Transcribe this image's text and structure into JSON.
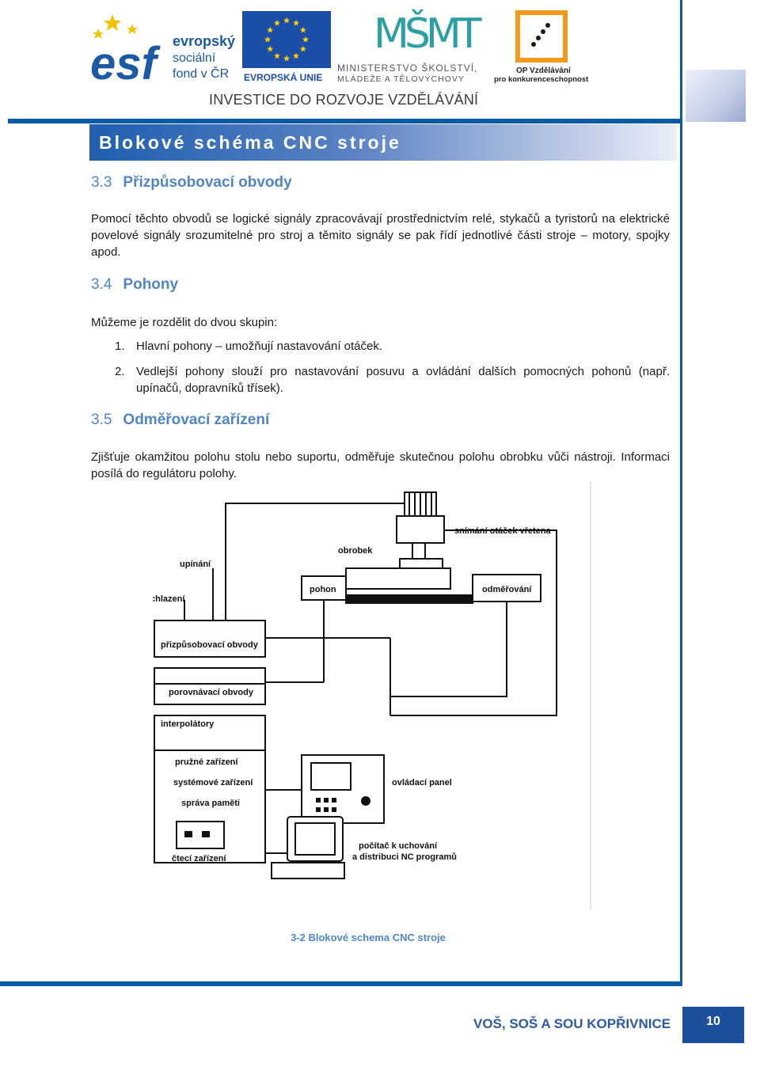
{
  "header": {
    "esf_logo_text": [
      "evropský",
      "sociální",
      "fond v ČR"
    ],
    "eu_logo_text": "EVROPSKÁ UNIE",
    "msmt_logo_text": [
      "MINISTERSTVO ŠKOLSTVÍ,",
      "MLÁDEŽE A TĚLOVÝCHOVY"
    ],
    "op_logo_text": [
      "OP Vzdělávání",
      "pro konkurenceschopnost"
    ],
    "investice": "INVESTICE DO ROZVOJE VZDĚLÁVÁNÍ"
  },
  "title": "Blokové schéma CNC stroje",
  "sections": [
    {
      "num": "3.3",
      "title": "Přizpůsobovací obvody",
      "paragraph": "Pomocí těchto obvodů se logické signály zpracovávají prostřednictvím relé, stykačů a tyristorů na elektrické povelové signály srozumitelné pro stroj a těmito signály se pak řídí jednotlivé části stroje – motory, spojky apod."
    },
    {
      "num": "3.4",
      "title": "Pohony",
      "intro": "Můžeme je rozdělit do dvou skupin:",
      "items": [
        {
          "n": "1.",
          "text": "Hlavní pohony – umožňují nastavování otáček."
        },
        {
          "n": "2.",
          "text": "Vedlejší pohony slouží pro nastavování posuvu a ovládání dalších pomocných pohonů (např. upínačů, dopravníků třísek)."
        }
      ]
    },
    {
      "num": "3.5",
      "title": "Odměřovací zařízení",
      "paragraph": "Zjišťuje okamžitou polohu stolu nebo suportu, odměřuje skutečnou polohu obrobku vůči nástroji. Informaci posílá do regulátoru polohy."
    }
  ],
  "diagram": {
    "labels": {
      "snimani": "snímání otáček vřetena",
      "obrobek": "obrobek",
      "upinani": "upínání",
      "chlazeni": "chlazení",
      "pohon": "pohon",
      "odmerovani": "odměřování",
      "prizpusobovaci": "přizpůsobovací obvody",
      "porovnavaci": "porovnávací obvody",
      "interpolatory": "interpolátory",
      "pruzne": "pružné zařízení",
      "systemove": "systémové zařízení",
      "sprava": "správa paměti",
      "ovladaci": "ovládací panel",
      "pocitac": [
        "počítač k uchování",
        "a distribuci NC programů"
      ],
      "cteci": "čtecí zařízení"
    }
  },
  "caption": "3-2 Blokové schema CNC stroje",
  "footer": {
    "school": "VOŠ, SOŠ A SOU KOPŘIVNICE",
    "page": "10"
  },
  "colors": {
    "accent_blue": "#0a5aa5",
    "heading_blue": "#4f86c6",
    "footer_box": "#1e4f9c"
  }
}
